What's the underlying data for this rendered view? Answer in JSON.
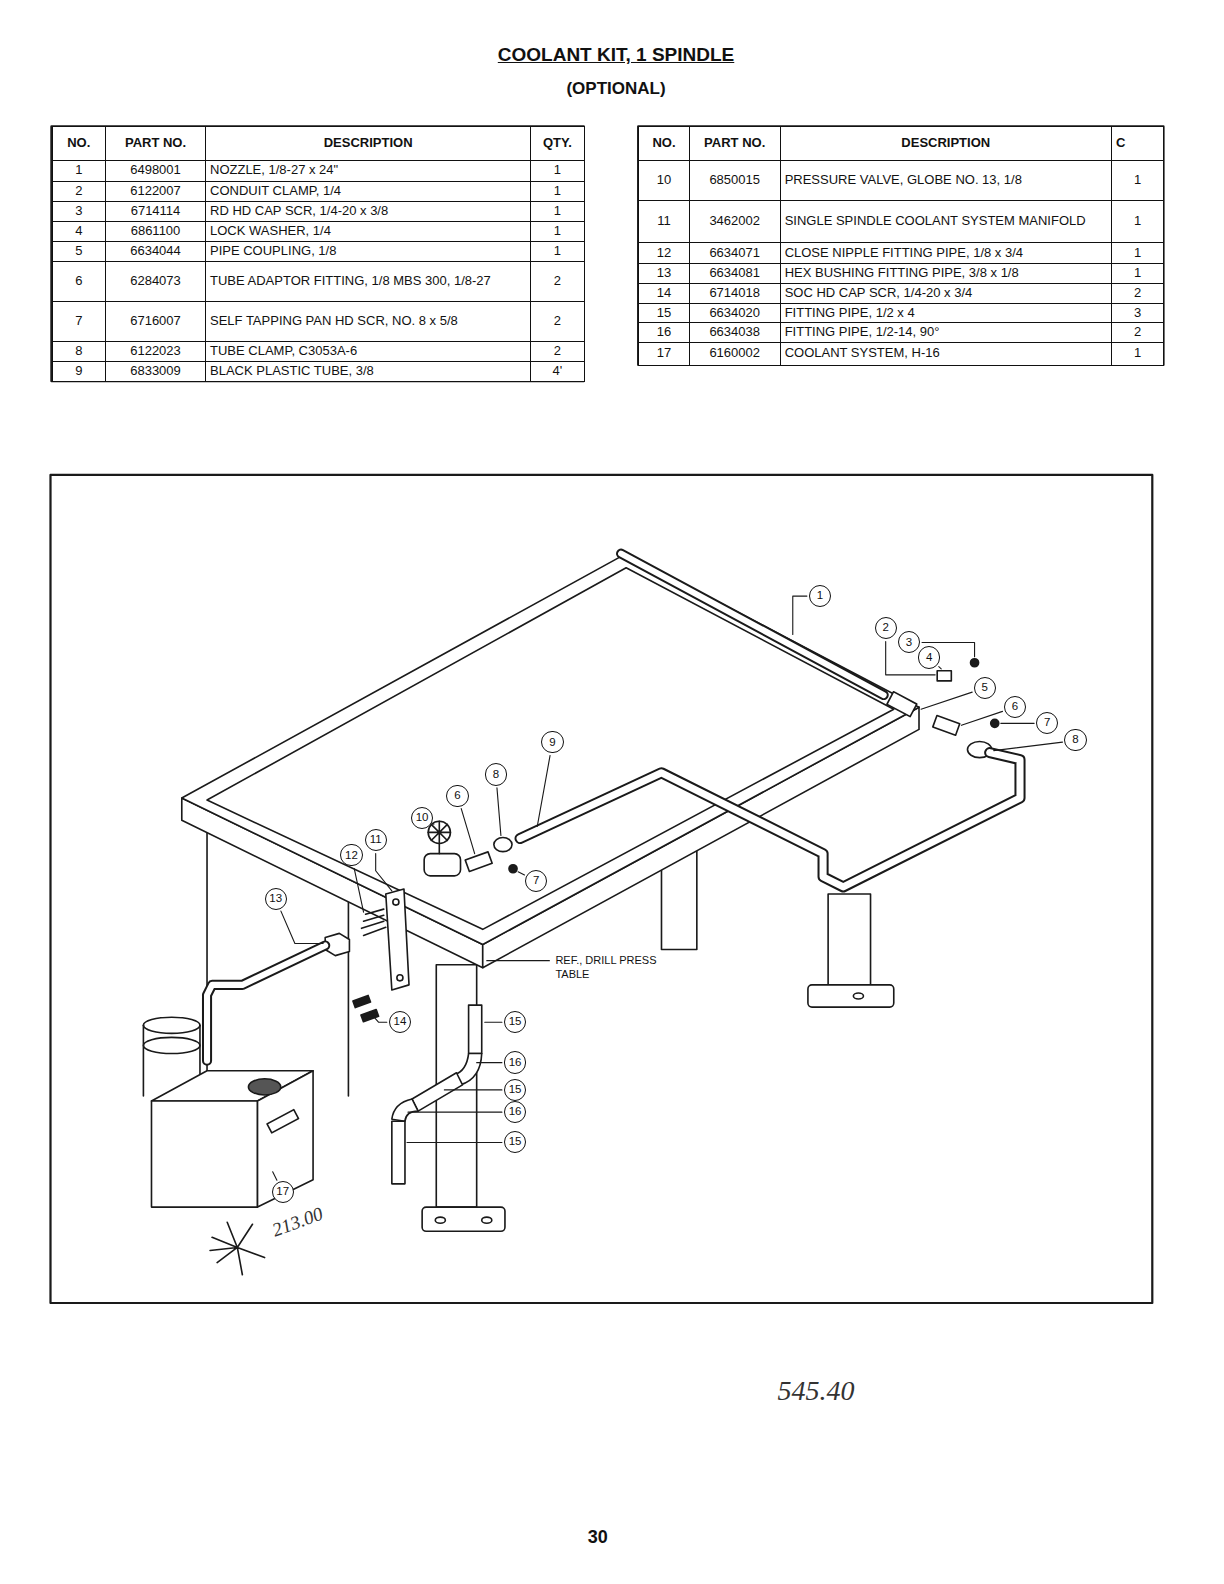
{
  "diagram": {
    "title": "COOLANT KIT, 1 SPINDLE",
    "labels": [
      "(OPTIONAL)",
      "NO.",
      "PART NO.",
      "DESCRIPTION",
      "QTY.",
      "1",
      "6498001",
      "NOZZLE, 1/8-27 x 24\"",
      "1",
      "2",
      "6122007",
      "CONDUIT CLAMP, 1/4",
      "1",
      "3",
      "6714114",
      "RD HD CAP SCR, 1/4-20 x 3/8",
      "1",
      "4",
      "6861100",
      "LOCK WASHER, 1/4",
      "1",
      "5",
      "6634044",
      "PIPE COUPLING, 1/8",
      "1",
      "6",
      "6284073",
      "TUBE ADAPTOR FITTING, 1/8 MBS 300, 1/8-27",
      "2",
      "7",
      "6716007",
      "SELF TAPPING PAN HD SCR, NO. 8 x 5/8",
      "2",
      "8",
      "6122023",
      "TUBE CLAMP, C3053A-6",
      "2",
      "9",
      "6833009",
      "BLACK PLASTIC TUBE, 3/8",
      "4'",
      "NO.",
      "PART NO.",
      "DESCRIPTION",
      "C",
      "10",
      "6850015",
      "PRESSURE VALVE, GLOBE NO. 13, 1/8",
      "1",
      "11",
      "3462002",
      "SINGLE SPINDLE COOLANT SYSTEM MANIFOLD",
      "1",
      "12",
      "6634071",
      "CLOSE NIPPLE FITTING PIPE, 1/8 x 3/4",
      "1",
      "13",
      "6634081",
      "HEX BUSHING FITTING PIPE, 3/8 x 1/8",
      "1",
      "14",
      "6714018",
      "SOC HD CAP SCR, 1/4-20 x 3/4",
      "2",
      "15",
      "6634020",
      "FITTING PIPE, 1/2 x 4",
      "3",
      "16",
      "6634038",
      "FITTING PIPE, 1/2-14, 90°",
      "2",
      "17",
      "6160002",
      "COOLANT SYSTEM, H-16",
      "1",
      "1",
      "2",
      "3",
      "4",
      "5",
      "6",
      "7",
      "8",
      "9",
      "8",
      "6",
      "10",
      "11",
      "12",
      "7",
      "13",
      "14",
      "15",
      "16",
      "15",
      "16",
      "15",
      "17",
      "REF., DRILL PRESS TABLE",
      "545.40",
      "213.00",
      "30"
    ]
  }
}
